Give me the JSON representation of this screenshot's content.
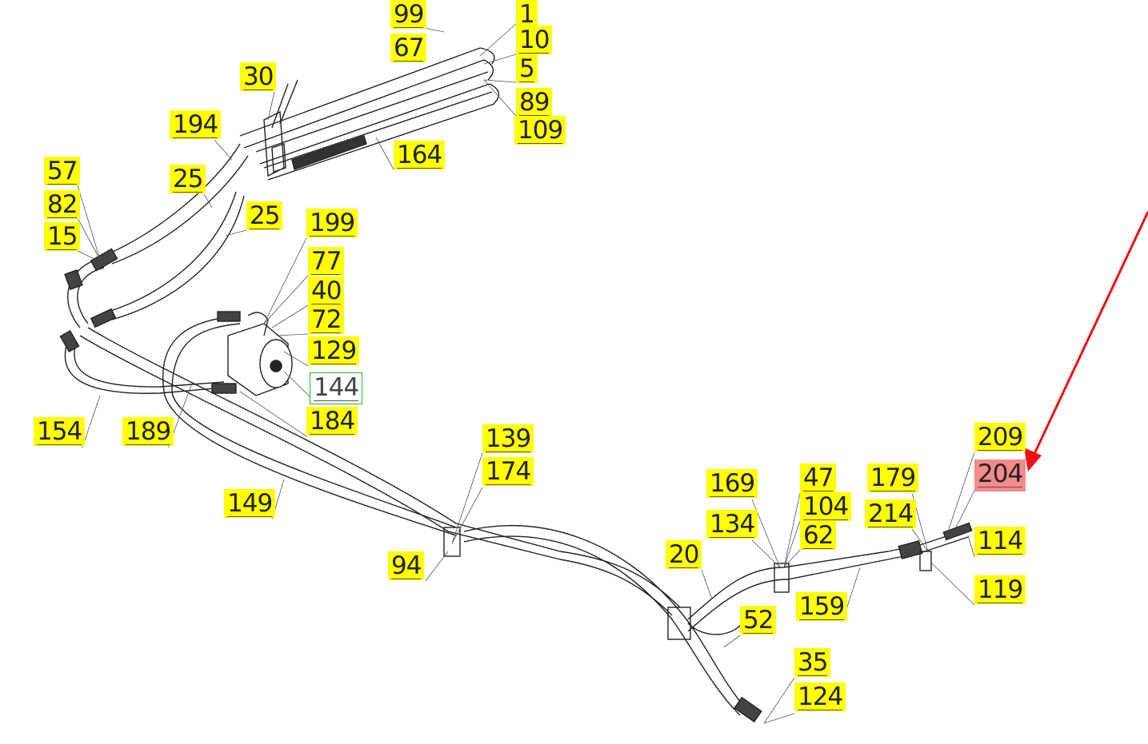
{
  "callouts": [
    "99",
    "67",
    "1",
    "10",
    "5",
    "89",
    "109",
    "30",
    "194",
    "164",
    "57",
    "25",
    "82",
    "25",
    "15",
    "199",
    "77",
    "40",
    "72",
    "129",
    "144",
    "184",
    "154",
    "189",
    "139",
    "174",
    "149",
    "94",
    "169",
    "47",
    "179",
    "209",
    "204",
    "104",
    "134",
    "214",
    "62",
    "114",
    "20",
    "119",
    "52",
    "159",
    "35",
    "124"
  ],
  "selected_callout": "144",
  "highlighted_callout": "204",
  "colors": {
    "label_bg": "#ffff00",
    "highlight_bg": "#f58a8a",
    "selected_border": "#22bb22",
    "arrow": "#ee1111"
  }
}
